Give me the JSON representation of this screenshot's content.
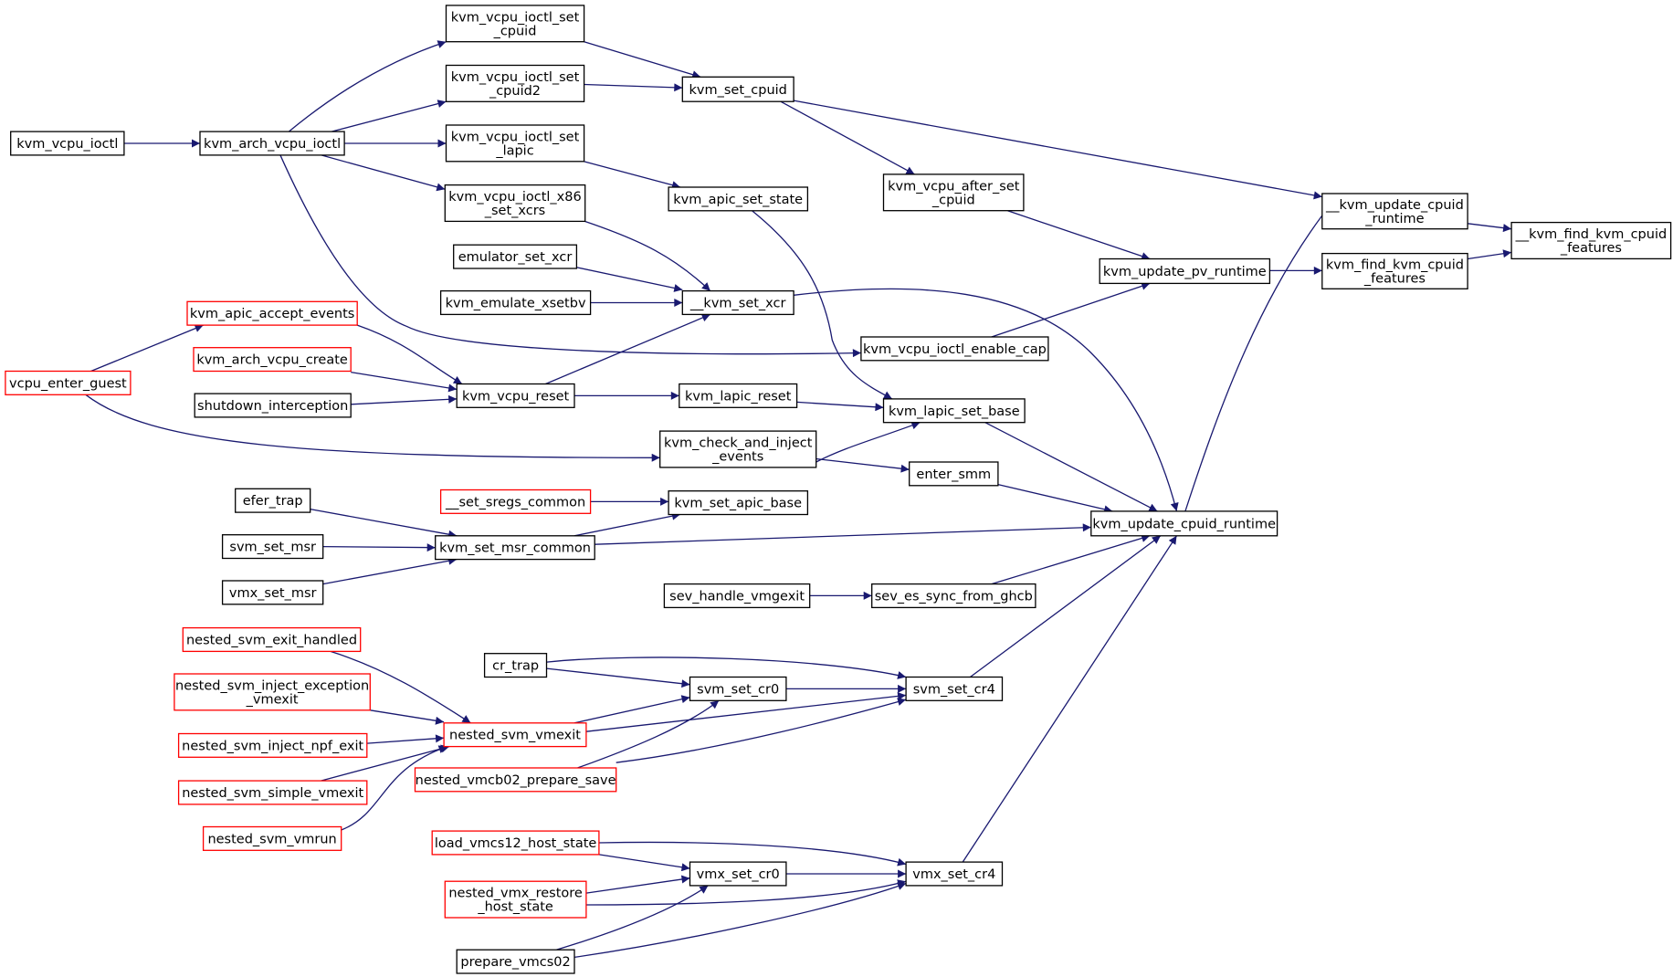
{
  "graph": {
    "colors": {
      "edge": "#191970",
      "node_border": "#000000",
      "truncated_border": "#ff0000",
      "focus_fill": "#bfbfbf",
      "background": "#ffffff"
    },
    "nodes": [
      {
        "id": "find_kvm_cpuid_features_internal",
        "lines": [
          "__kvm_find_kvm_cpuid",
          "_features"
        ],
        "focus": true
      },
      {
        "id": "kvm_update_cpuid_runtime_internal",
        "lines": [
          "__kvm_update_cpuid",
          "_runtime"
        ]
      },
      {
        "id": "kvm_find_kvm_cpuid_features",
        "lines": [
          "kvm_find_kvm_cpuid",
          "_features"
        ]
      },
      {
        "id": "kvm_set_cpuid",
        "lines": [
          "kvm_set_cpuid"
        ]
      },
      {
        "id": "kvm_update_cpuid_runtime",
        "lines": [
          "kvm_update_cpuid_runtime"
        ]
      },
      {
        "id": "kvm_update_pv_runtime",
        "lines": [
          "kvm_update_pv_runtime"
        ]
      },
      {
        "id": "kvm_vcpu_after_set_cpuid",
        "lines": [
          "kvm_vcpu_after_set",
          "_cpuid"
        ]
      },
      {
        "id": "kvm_vcpu_ioctl_set_cpuid",
        "lines": [
          "kvm_vcpu_ioctl_set",
          "_cpuid"
        ]
      },
      {
        "id": "kvm_vcpu_ioctl_set_cpuid2",
        "lines": [
          "kvm_vcpu_ioctl_set",
          "_cpuid2"
        ]
      },
      {
        "id": "kvm_vcpu_ioctl_set_lapic",
        "lines": [
          "kvm_vcpu_ioctl_set",
          "_lapic"
        ]
      },
      {
        "id": "kvm_vcpu_ioctl_x86_set_xcrs",
        "lines": [
          "kvm_vcpu_ioctl_x86",
          "_set_xcrs"
        ]
      },
      {
        "id": "kvm_arch_vcpu_ioctl",
        "lines": [
          "kvm_arch_vcpu_ioctl"
        ]
      },
      {
        "id": "kvm_vcpu_ioctl",
        "lines": [
          "kvm_vcpu_ioctl"
        ]
      },
      {
        "id": "kvm_apic_set_state",
        "lines": [
          "kvm_apic_set_state"
        ]
      },
      {
        "id": "emulator_set_xcr",
        "lines": [
          "emulator_set_xcr"
        ]
      },
      {
        "id": "kvm_emulate_xsetbv",
        "lines": [
          "kvm_emulate_xsetbv"
        ]
      },
      {
        "id": "kvm_set_xcr_internal",
        "lines": [
          "__kvm_set_xcr"
        ]
      },
      {
        "id": "kvm_apic_accept_events",
        "lines": [
          "kvm_apic_accept_events"
        ],
        "truncated": true
      },
      {
        "id": "kvm_arch_vcpu_create",
        "lines": [
          "kvm_arch_vcpu_create"
        ],
        "truncated": true
      },
      {
        "id": "vcpu_enter_guest",
        "lines": [
          "vcpu_enter_guest"
        ],
        "truncated": true
      },
      {
        "id": "shutdown_interception",
        "lines": [
          "shutdown_interception"
        ]
      },
      {
        "id": "kvm_vcpu_reset",
        "lines": [
          "kvm_vcpu_reset"
        ]
      },
      {
        "id": "kvm_vcpu_ioctl_enable_cap",
        "lines": [
          "kvm_vcpu_ioctl_enable_cap"
        ]
      },
      {
        "id": "kvm_lapic_reset",
        "lines": [
          "kvm_lapic_reset"
        ]
      },
      {
        "id": "kvm_lapic_set_base",
        "lines": [
          "kvm_lapic_set_base"
        ]
      },
      {
        "id": "kvm_check_and_inject_events",
        "lines": [
          "kvm_check_and_inject",
          "_events"
        ]
      },
      {
        "id": "enter_smm",
        "lines": [
          "enter_smm"
        ]
      },
      {
        "id": "efer_trap",
        "lines": [
          "efer_trap"
        ]
      },
      {
        "id": "set_sregs_common",
        "lines": [
          "__set_sregs_common"
        ],
        "truncated": true
      },
      {
        "id": "kvm_set_apic_base",
        "lines": [
          "kvm_set_apic_base"
        ]
      },
      {
        "id": "svm_set_msr",
        "lines": [
          "svm_set_msr"
        ]
      },
      {
        "id": "kvm_set_msr_common",
        "lines": [
          "kvm_set_msr_common"
        ]
      },
      {
        "id": "vmx_set_msr",
        "lines": [
          "vmx_set_msr"
        ]
      },
      {
        "id": "sev_handle_vmgexit",
        "lines": [
          "sev_handle_vmgexit"
        ]
      },
      {
        "id": "sev_es_sync_from_ghcb",
        "lines": [
          "sev_es_sync_from_ghcb"
        ]
      },
      {
        "id": "nested_svm_exit_handled",
        "lines": [
          "nested_svm_exit_handled"
        ],
        "truncated": true
      },
      {
        "id": "cr_trap",
        "lines": [
          "cr_trap"
        ]
      },
      {
        "id": "svm_set_cr0",
        "lines": [
          "svm_set_cr0"
        ]
      },
      {
        "id": "svm_set_cr4",
        "lines": [
          "svm_set_cr4"
        ]
      },
      {
        "id": "nested_svm_inject_exception_vmexit",
        "lines": [
          "nested_svm_inject_exception",
          "_vmexit"
        ],
        "truncated": true
      },
      {
        "id": "nested_svm_vmexit",
        "lines": [
          "nested_svm_vmexit"
        ],
        "truncated": true
      },
      {
        "id": "nested_svm_inject_npf_exit",
        "lines": [
          "nested_svm_inject_npf_exit"
        ],
        "truncated": true
      },
      {
        "id": "nested_vmcb02_prepare_save",
        "lines": [
          "nested_vmcb02_prepare_save"
        ],
        "truncated": true
      },
      {
        "id": "nested_svm_simple_vmexit",
        "lines": [
          "nested_svm_simple_vmexit"
        ],
        "truncated": true
      },
      {
        "id": "nested_svm_vmrun",
        "lines": [
          "nested_svm_vmrun"
        ],
        "truncated": true
      },
      {
        "id": "load_vmcs12_host_state",
        "lines": [
          "load_vmcs12_host_state"
        ],
        "truncated": true
      },
      {
        "id": "vmx_set_cr0",
        "lines": [
          "vmx_set_cr0"
        ]
      },
      {
        "id": "vmx_set_cr4",
        "lines": [
          "vmx_set_cr4"
        ]
      },
      {
        "id": "nested_vmx_restore_host_state",
        "lines": [
          "nested_vmx_restore",
          "_host_state"
        ],
        "truncated": true
      },
      {
        "id": "prepare_vmcs02",
        "lines": [
          "prepare_vmcs02"
        ]
      }
    ],
    "edges": [
      [
        "kvm_update_cpuid_runtime_internal",
        "find_kvm_cpuid_features_internal"
      ],
      [
        "kvm_find_kvm_cpuid_features",
        "find_kvm_cpuid_features_internal"
      ],
      [
        "kvm_set_cpuid",
        "kvm_update_cpuid_runtime_internal"
      ],
      [
        "kvm_update_cpuid_runtime",
        "kvm_update_cpuid_runtime_internal"
      ],
      [
        "kvm_update_pv_runtime",
        "kvm_find_kvm_cpuid_features"
      ],
      [
        "kvm_vcpu_ioctl_set_cpuid",
        "kvm_set_cpuid"
      ],
      [
        "kvm_vcpu_ioctl_set_cpuid2",
        "kvm_set_cpuid"
      ],
      [
        "kvm_set_cpuid",
        "kvm_vcpu_after_set_cpuid"
      ],
      [
        "kvm_vcpu_after_set_cpuid",
        "kvm_update_pv_runtime"
      ],
      [
        "kvm_vcpu_ioctl_enable_cap",
        "kvm_update_pv_runtime"
      ],
      [
        "kvm_arch_vcpu_ioctl",
        "kvm_vcpu_ioctl_set_cpuid"
      ],
      [
        "kvm_arch_vcpu_ioctl",
        "kvm_vcpu_ioctl_set_cpuid2"
      ],
      [
        "kvm_arch_vcpu_ioctl",
        "kvm_vcpu_ioctl_set_lapic"
      ],
      [
        "kvm_arch_vcpu_ioctl",
        "kvm_vcpu_ioctl_x86_set_xcrs"
      ],
      [
        "kvm_arch_vcpu_ioctl",
        "kvm_vcpu_ioctl_enable_cap"
      ],
      [
        "kvm_vcpu_ioctl",
        "kvm_arch_vcpu_ioctl"
      ],
      [
        "kvm_vcpu_ioctl_set_lapic",
        "kvm_apic_set_state"
      ],
      [
        "kvm_vcpu_ioctl_x86_set_xcrs",
        "kvm_set_xcr_internal"
      ],
      [
        "emulator_set_xcr",
        "kvm_set_xcr_internal"
      ],
      [
        "kvm_emulate_xsetbv",
        "kvm_set_xcr_internal"
      ],
      [
        "kvm_vcpu_reset",
        "kvm_set_xcr_internal"
      ],
      [
        "kvm_set_xcr_internal",
        "kvm_update_cpuid_runtime"
      ],
      [
        "kvm_apic_set_state",
        "kvm_lapic_set_base"
      ],
      [
        "vcpu_enter_guest",
        "kvm_apic_accept_events"
      ],
      [
        "vcpu_enter_guest",
        "kvm_check_and_inject_events"
      ],
      [
        "kvm_apic_accept_events",
        "kvm_vcpu_reset"
      ],
      [
        "kvm_arch_vcpu_create",
        "kvm_vcpu_reset"
      ],
      [
        "shutdown_interception",
        "kvm_vcpu_reset"
      ],
      [
        "kvm_vcpu_reset",
        "kvm_lapic_reset"
      ],
      [
        "kvm_lapic_reset",
        "kvm_lapic_set_base"
      ],
      [
        "kvm_lapic_set_base",
        "kvm_update_cpuid_runtime"
      ],
      [
        "kvm_check_and_inject_events",
        "enter_smm"
      ],
      [
        "enter_smm",
        "kvm_update_cpuid_runtime"
      ],
      [
        "kvm_set_apic_base",
        "kvm_lapic_set_base"
      ],
      [
        "set_sregs_common",
        "kvm_set_apic_base"
      ],
      [
        "kvm_set_msr_common",
        "kvm_set_apic_base"
      ],
      [
        "kvm_set_msr_common",
        "kvm_update_cpuid_runtime"
      ],
      [
        "efer_trap",
        "kvm_set_msr_common"
      ],
      [
        "svm_set_msr",
        "kvm_set_msr_common"
      ],
      [
        "vmx_set_msr",
        "kvm_set_msr_common"
      ],
      [
        "sev_handle_vmgexit",
        "sev_es_sync_from_ghcb"
      ],
      [
        "sev_es_sync_from_ghcb",
        "kvm_update_cpuid_runtime"
      ],
      [
        "svm_set_cr4",
        "kvm_update_cpuid_runtime"
      ],
      [
        "vmx_set_cr4",
        "kvm_update_cpuid_runtime"
      ],
      [
        "cr_trap",
        "svm_set_cr0"
      ],
      [
        "cr_trap",
        "svm_set_cr4"
      ],
      [
        "svm_set_cr0",
        "svm_set_cr4"
      ],
      [
        "nested_svm_vmexit",
        "svm_set_cr0"
      ],
      [
        "nested_svm_vmexit",
        "svm_set_cr4"
      ],
      [
        "nested_vmcb02_prepare_save",
        "svm_set_cr0"
      ],
      [
        "nested_vmcb02_prepare_save",
        "svm_set_cr4"
      ],
      [
        "nested_svm_exit_handled",
        "nested_svm_vmexit"
      ],
      [
        "nested_svm_inject_exception_vmexit",
        "nested_svm_vmexit"
      ],
      [
        "nested_svm_inject_npf_exit",
        "nested_svm_vmexit"
      ],
      [
        "nested_svm_simple_vmexit",
        "nested_svm_vmexit"
      ],
      [
        "nested_svm_vmrun",
        "nested_svm_vmexit"
      ],
      [
        "load_vmcs12_host_state",
        "vmx_set_cr0"
      ],
      [
        "load_vmcs12_host_state",
        "vmx_set_cr4"
      ],
      [
        "vmx_set_cr0",
        "vmx_set_cr4"
      ],
      [
        "nested_vmx_restore_host_state",
        "vmx_set_cr0"
      ],
      [
        "nested_vmx_restore_host_state",
        "vmx_set_cr4"
      ],
      [
        "prepare_vmcs02",
        "vmx_set_cr0"
      ],
      [
        "prepare_vmcs02",
        "vmx_set_cr4"
      ]
    ]
  }
}
